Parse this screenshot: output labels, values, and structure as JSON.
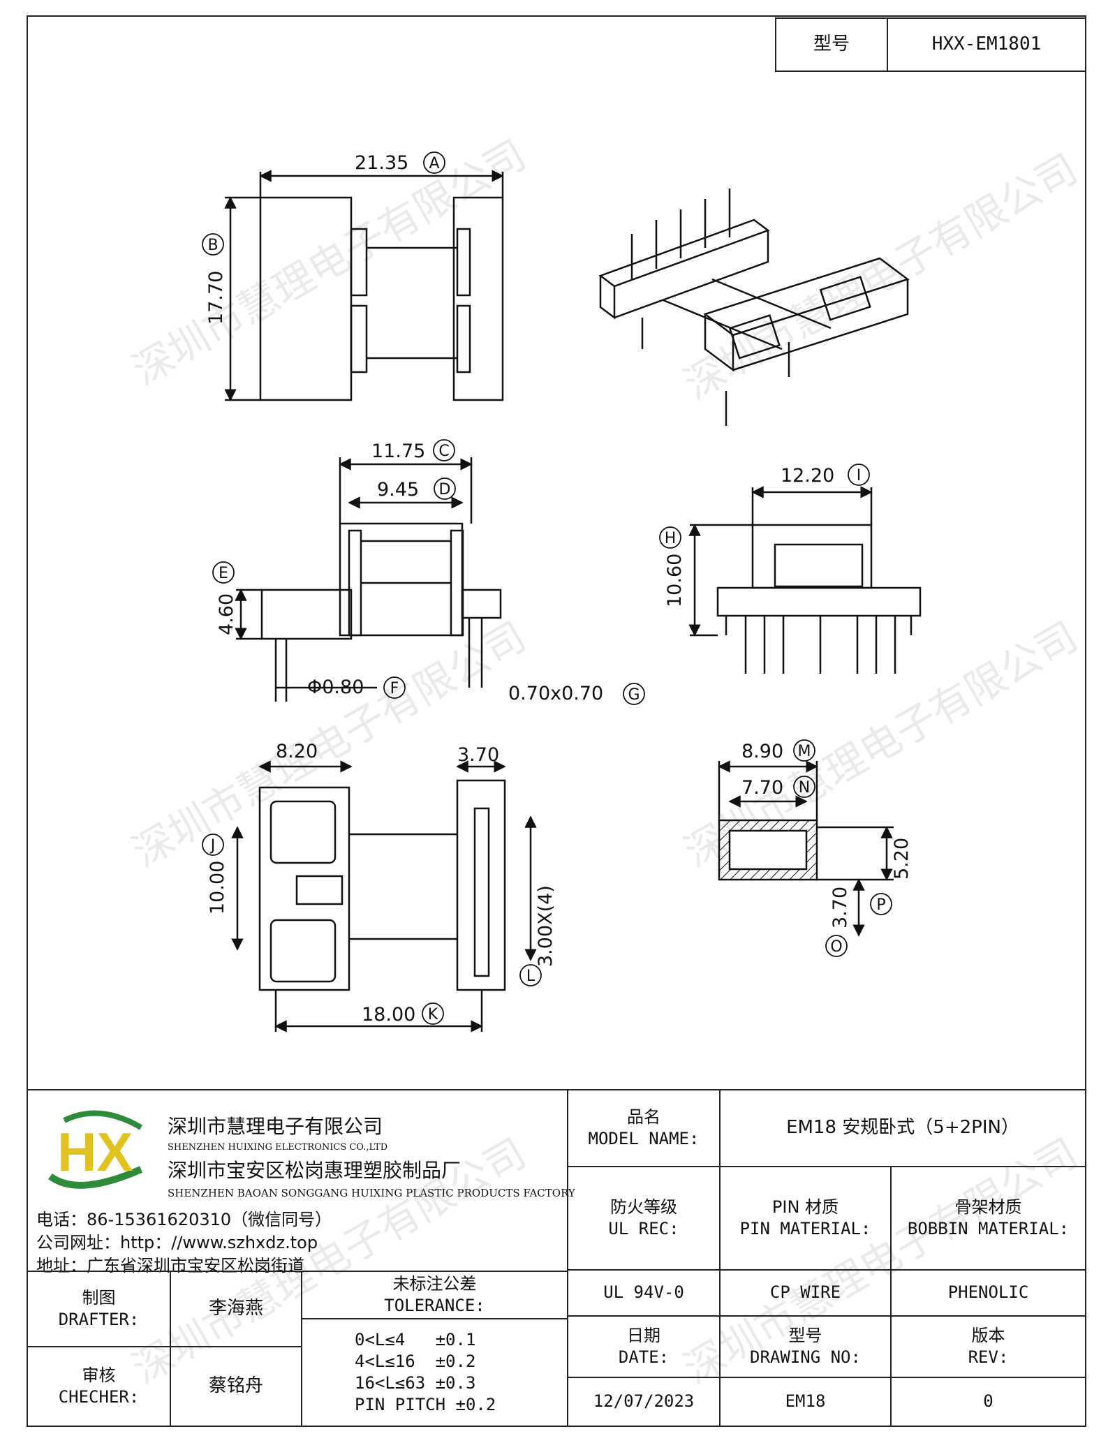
{
  "header": {
    "type_label": "型号",
    "type_value": "HXX-EM1801"
  },
  "dims": {
    "A": "21.35",
    "B": "17.70",
    "C": "11.75",
    "D": "9.45",
    "E": "4.60",
    "F": "Φ0.80",
    "G": "0.70x0.70",
    "H": "10.60",
    "I": "12.20",
    "J": "10.00",
    "K": "18.00",
    "L": "3.00X(4)",
    "M": "8.90",
    "N": "7.70",
    "O": "3.70",
    "P": "5.20",
    "bottom_left_w": "8.20",
    "bottom_right_w": "3.70"
  },
  "letters": [
    "A",
    "B",
    "C",
    "D",
    "E",
    "F",
    "G",
    "H",
    "I",
    "J",
    "K",
    "L",
    "M",
    "N",
    "O",
    "P"
  ],
  "watermark": "深圳市慧理电子有限公司",
  "company": {
    "logo": "HX",
    "name1": "深圳市慧理电子有限公司",
    "name1_en": "SHENZHEN HUIXING ELECTRONICS CO.,LTD",
    "name2": "深圳市宝安区松岗惠理塑胶制品厂",
    "name2_en": "SHENZHEN BAOAN SONGGANG HUIXING PLASTIC PRODUCTS FACTORY",
    "phone": "电话：86-15361620310（微信同号）",
    "web": "公司网址：http：//www.szhxdz.top",
    "addr": "地址：广东省深圳市宝安区松岗街道"
  },
  "table": {
    "model_name_cn": "品名",
    "model_name_en": "MODEL NAME:",
    "model_value": "EM18 安规卧式（5+2PIN）",
    "ul_cn": "防火等级",
    "ul_en": "UL REC:",
    "pin_cn": "PIN 材质",
    "pin_en": "PIN MATERIAL:",
    "bobbin_cn": "骨架材质",
    "bobbin_en": "BOBBIN MATERIAL:",
    "ul_value": "UL 94V-0",
    "pin_value": "CP WIRE",
    "bobbin_value": "PHENOLIC",
    "drafter_cn": "制图",
    "drafter_en": "DRAFTER:",
    "drafter_name": "李海燕",
    "checker_cn": "审核",
    "checker_en": "CHECHER:",
    "checker_name": "蔡铭舟",
    "tol_cn": "未标注公差",
    "tol_en": "TOLERANCE:",
    "tol_rows": [
      "0<L≤4   ±0.1",
      "4<L≤16  ±0.2",
      "16<L≤63 ±0.3",
      "PIN PITCH ±0.2"
    ],
    "date_cn": "日期",
    "date_en": "DATE:",
    "date_value": "12/07/2023",
    "dwg_cn": "型号",
    "dwg_en": "DRAWING NO:",
    "dwg_value": "EM18",
    "rev_cn": "版本",
    "rev_en": "REV:",
    "rev_value": "0"
  }
}
